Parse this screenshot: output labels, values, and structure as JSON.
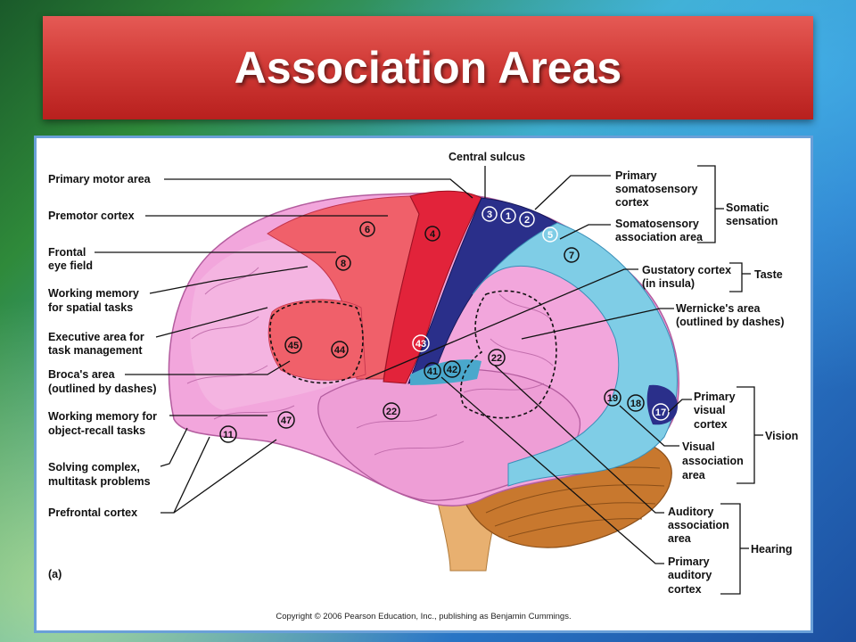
{
  "title": "Association Areas",
  "labels": {
    "central_sulcus": "Central sulcus",
    "primary_motor_area": "Primary motor area",
    "premotor_cortex": "Premotor cortex",
    "frontal_eye_field_1": "Frontal",
    "frontal_eye_field_2": "eye field",
    "working_memory_spatial_1": "Working memory",
    "working_memory_spatial_2": "for spatial tasks",
    "executive_area_1": "Executive area for",
    "executive_area_2": "task management",
    "brocas_area_1": "Broca's area",
    "brocas_area_2": "(outlined by dashes)",
    "working_memory_object_1": "Working memory for",
    "working_memory_object_2": "object-recall tasks",
    "solving_complex_1": "Solving complex,",
    "solving_complex_2": "multitask problems",
    "prefrontal_cortex": "Prefrontal cortex",
    "primary_somatosensory_1": "Primary",
    "primary_somatosensory_2": "somatosensory",
    "primary_somatosensory_3": "cortex",
    "somatosensory_assoc_1": "Somatosensory",
    "somatosensory_assoc_2": "association area",
    "somatic_sensation_1": "Somatic",
    "somatic_sensation_2": "sensation",
    "gustatory_1": "Gustatory cortex",
    "gustatory_2": "(in insula)",
    "taste": "Taste",
    "wernickes_1": "Wernicke's area",
    "wernickes_2": "(outlined by dashes)",
    "primary_visual_1": "Primary",
    "primary_visual_2": "visual",
    "primary_visual_3": "cortex",
    "visual_assoc_1": "Visual",
    "visual_assoc_2": "association",
    "visual_assoc_3": "area",
    "vision": "Vision",
    "auditory_assoc_1": "Auditory",
    "auditory_assoc_2": "association",
    "auditory_assoc_3": "area",
    "primary_auditory_1": "Primary",
    "primary_auditory_2": "auditory",
    "primary_auditory_3": "cortex",
    "hearing": "Hearing",
    "panel_tag": "(a)"
  },
  "brodmann": {
    "a3": "3",
    "a1": "1",
    "a2": "2",
    "a5": "5",
    "a7": "7",
    "a6": "6",
    "a4": "4",
    "a8": "8",
    "a45": "45",
    "a44": "44",
    "a43": "43",
    "a41": "41",
    "a42": "42",
    "a22a": "22",
    "a22b": "22",
    "a47": "47",
    "a11": "11",
    "a19": "19",
    "a18": "18",
    "a17": "17"
  },
  "copyright": "Copyright © 2006 Pearson Education, Inc., publishing as Benjamin Cummings.",
  "colors": {
    "title_red": "#d23c38",
    "premotor_red": "#f0606a",
    "motor_red": "#e2233a",
    "somatosensory_navy": "#2a2f8a",
    "association_blue": "#7fcde6",
    "frontal_pink": "#f2a6dc",
    "temporal_pink": "#ee9ed6",
    "cerebellum_orange": "#c8782e"
  }
}
